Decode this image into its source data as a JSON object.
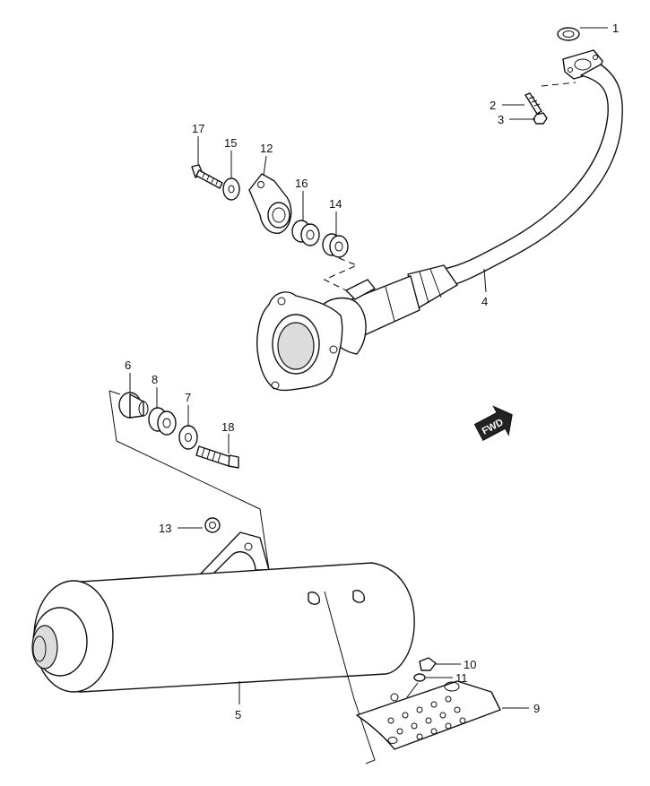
{
  "callouts": [
    {
      "id": "1",
      "label": "1"
    },
    {
      "id": "2",
      "label": "2"
    },
    {
      "id": "3",
      "label": "3"
    },
    {
      "id": "4",
      "label": "4"
    },
    {
      "id": "5",
      "label": "5"
    },
    {
      "id": "6",
      "label": "6"
    },
    {
      "id": "7",
      "label": "7"
    },
    {
      "id": "8",
      "label": "8"
    },
    {
      "id": "9",
      "label": "9"
    },
    {
      "id": "10",
      "label": "10"
    },
    {
      "id": "11",
      "label": "11"
    },
    {
      "id": "12",
      "label": "12"
    },
    {
      "id": "13",
      "label": "13"
    },
    {
      "id": "14",
      "label": "14"
    },
    {
      "id": "15",
      "label": "15"
    },
    {
      "id": "16",
      "label": "16"
    },
    {
      "id": "17",
      "label": "17"
    },
    {
      "id": "18",
      "label": "18"
    }
  ],
  "fwd_badge": "FWD",
  "colors": {
    "ink": "#111111",
    "paper": "#ffffff",
    "shade": "#dcdcdc"
  }
}
